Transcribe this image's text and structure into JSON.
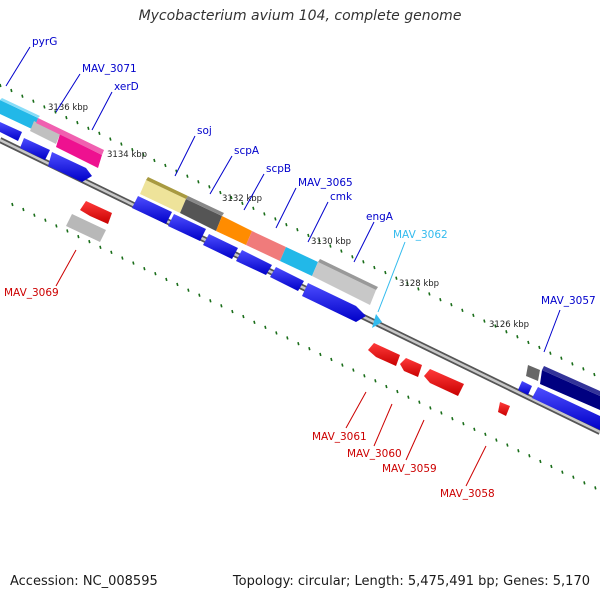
{
  "title": "Mycobacterium avium 104, complete genome",
  "footer": {
    "accession": "Accession: NC_008595",
    "topology": "Topology: circular; Length: 5,475,491 bp; Genes: 5,170"
  },
  "colors": {
    "forward_label": "#0000cc",
    "reverse_label": "#cc0000",
    "highlight_label": "#33bbee",
    "cds_forward": "#0000ee",
    "cds_reverse": "#ee0000",
    "tick": "#1a6e1a",
    "backbone": "#777777"
  },
  "scale_labels": [
    "3136 kbp",
    "3134 kbp",
    "3132 kbp",
    "3130 kbp",
    "3128 kbp",
    "3126 kbp"
  ],
  "gene_labels_top": [
    "pyrG",
    "MAV_3071",
    "xerD",
    "soj",
    "scpA",
    "scpB",
    "MAV_3065",
    "cmk",
    "engA",
    "MAV_3062",
    "MAV_3057"
  ],
  "gene_labels_bottom": [
    "MAV_3069",
    "MAV_3061",
    "MAV_3060",
    "MAV_3059",
    "MAV_3058"
  ]
}
